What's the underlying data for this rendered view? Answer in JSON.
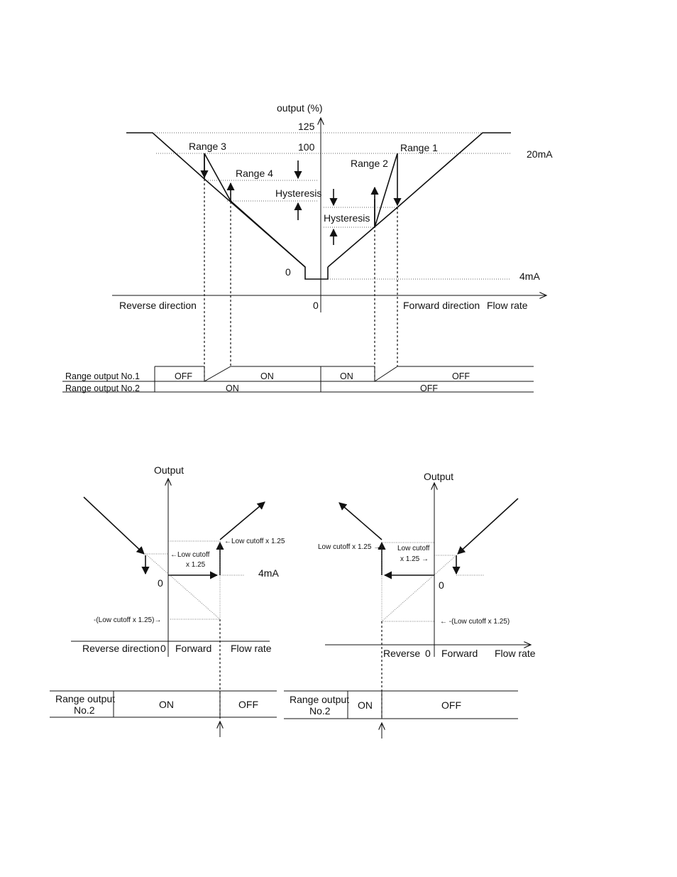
{
  "top": {
    "y_axis": "output (%)",
    "y125": "125",
    "y100": "100",
    "y0": "0",
    "x0": "0",
    "range1": "Range 1",
    "range2": "Range 2",
    "range3": "Range 3",
    "range4": "Range 4",
    "hyst_left": "Hysteresis",
    "hyst_right": "Hysteresis",
    "ma20": "20mA",
    "ma4": "4mA",
    "reverse": "Reverse direction",
    "forward": "Forward direction",
    "flow_rate": "Flow rate",
    "table": {
      "row1_label": "Range output No.1",
      "row2_label": "Range output No.2",
      "r1_off_left": "OFF",
      "r1_on_left": "ON",
      "r1_on_right": "ON",
      "r1_off_right": "OFF",
      "r2_on": "ON",
      "r2_off": "OFF"
    }
  },
  "left": {
    "y_axis": "Output",
    "low_cutoff_top": "←Low cutoff x 1.25",
    "low_cutoff_mid_1": "←Low cutoff",
    "low_cutoff_mid_2": "x 1.25",
    "ma4": "4mA",
    "zero_upper": "0",
    "neg_cutoff": "-(Low cutoff x 1.25)→",
    "reverse": "Reverse direction",
    "zero": "0",
    "forward": "Forward",
    "flow_rate": "Flow rate",
    "row_label_1": "Range output",
    "row_label_2": "No.2",
    "on": "ON",
    "off": "OFF"
  },
  "right": {
    "y_axis": "Output",
    "low_cutoff_top": "Low cutoff x 1.25 →",
    "low_cutoff_mid_1": "Low cutoff",
    "low_cutoff_mid_2": "x 1.25 →",
    "zero_upper": "0",
    "neg_cutoff": "← -(Low cutoff x 1.25)",
    "reverse": "Reverse",
    "zero": "0",
    "forward": "Forward",
    "flow_rate": "Flow rate",
    "row_label_1": "Range output",
    "row_label_2": "No.2",
    "on": "ON",
    "off": "OFF"
  }
}
